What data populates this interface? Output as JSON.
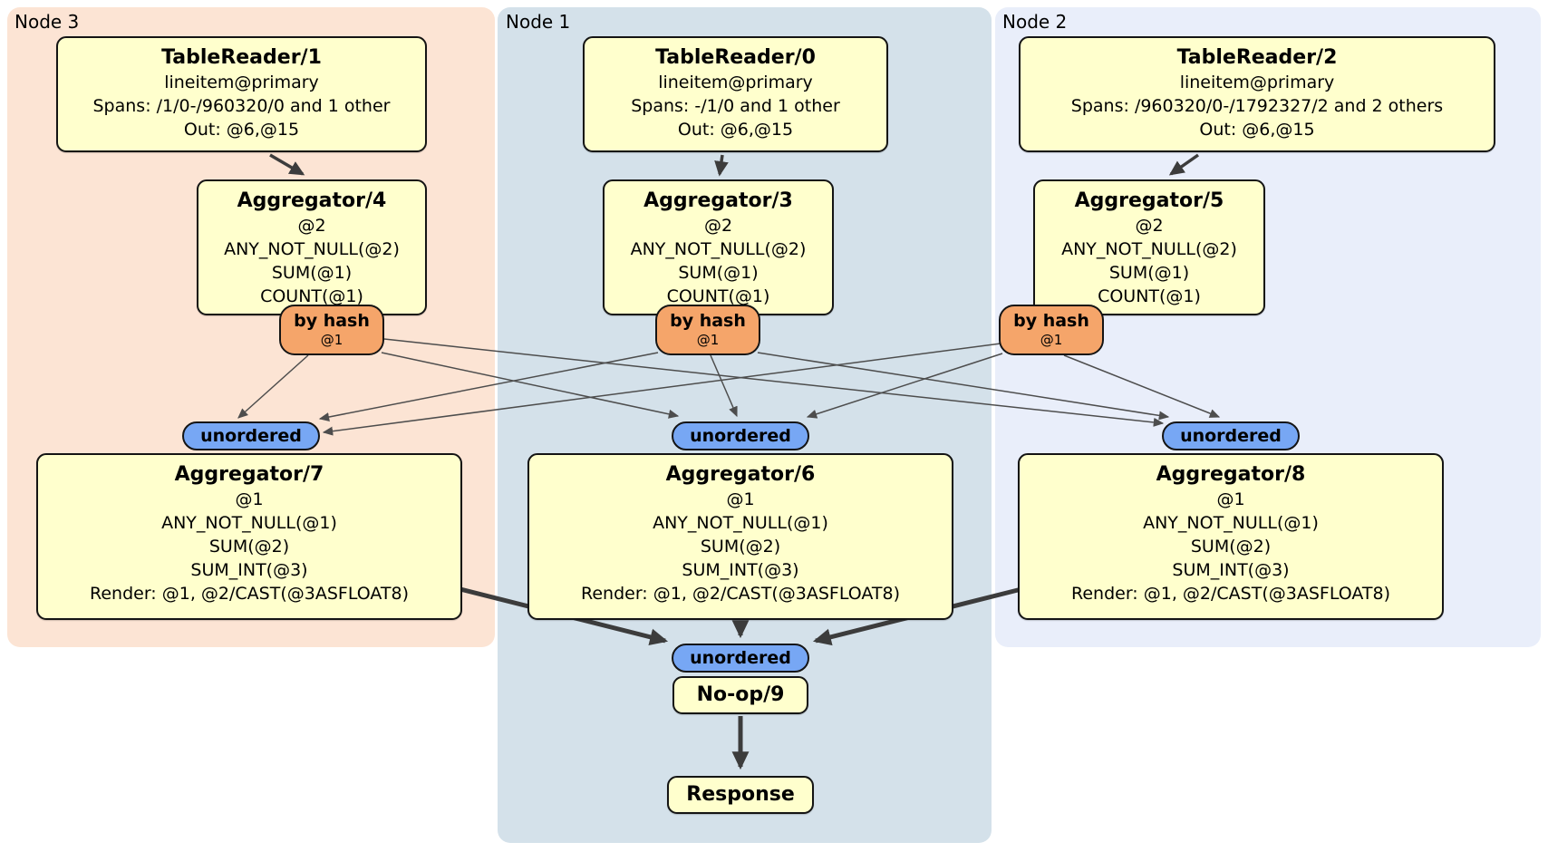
{
  "panels": {
    "node3": {
      "label": "Node 3"
    },
    "node1": {
      "label": "Node 1"
    },
    "node2": {
      "label": "Node 2"
    }
  },
  "pills": {
    "by_hash": {
      "label": "by hash",
      "detail": "@1"
    },
    "unordered": {
      "label": "unordered"
    }
  },
  "boxes": {
    "tablereader1": {
      "title": "TableReader/1",
      "lines": [
        "lineitem@primary",
        "Spans: /1/0-/960320/0 and 1 other",
        "Out: @6,@15"
      ]
    },
    "tablereader0": {
      "title": "TableReader/0",
      "lines": [
        "lineitem@primary",
        "Spans: -/1/0 and 1 other",
        "Out: @6,@15"
      ]
    },
    "tablereader2": {
      "title": "TableReader/2",
      "lines": [
        "lineitem@primary",
        "Spans: /960320/0-/1792327/2 and 2 others",
        "Out: @6,@15"
      ]
    },
    "aggregator4": {
      "title": "Aggregator/4",
      "lines": [
        "@2",
        "ANY_NOT_NULL(@2)",
        "SUM(@1)",
        "COUNT(@1)"
      ]
    },
    "aggregator3": {
      "title": "Aggregator/3",
      "lines": [
        "@2",
        "ANY_NOT_NULL(@2)",
        "SUM(@1)",
        "COUNT(@1)"
      ]
    },
    "aggregator5": {
      "title": "Aggregator/5",
      "lines": [
        "@2",
        "ANY_NOT_NULL(@2)",
        "SUM(@1)",
        "COUNT(@1)"
      ]
    },
    "aggregator7": {
      "title": "Aggregator/7",
      "lines": [
        "@1",
        "ANY_NOT_NULL(@1)",
        "SUM(@2)",
        "SUM_INT(@3)",
        "Render: @1, @2/CAST(@3ASFLOAT8)"
      ]
    },
    "aggregator6": {
      "title": "Aggregator/6",
      "lines": [
        "@1",
        "ANY_NOT_NULL(@1)",
        "SUM(@2)",
        "SUM_INT(@3)",
        "Render: @1, @2/CAST(@3ASFLOAT8)"
      ]
    },
    "aggregator8": {
      "title": "Aggregator/8",
      "lines": [
        "@1",
        "ANY_NOT_NULL(@1)",
        "SUM(@2)",
        "SUM_INT(@3)",
        "Render: @1, @2/CAST(@3ASFLOAT8)"
      ]
    },
    "noop9": {
      "title": "No-op/9"
    },
    "response": {
      "title": "Response"
    }
  },
  "colors": {
    "node3_panel": "#fce4d4",
    "node1_panel": "#d4e1ea",
    "node2_panel": "#e9eefa",
    "processor_box": "#ffffcd",
    "hash_router": "#f5a56a",
    "sync_pill": "#77a7f4",
    "edge_thin": "#4d4d4d",
    "edge_thick": "#3c3c3c"
  }
}
